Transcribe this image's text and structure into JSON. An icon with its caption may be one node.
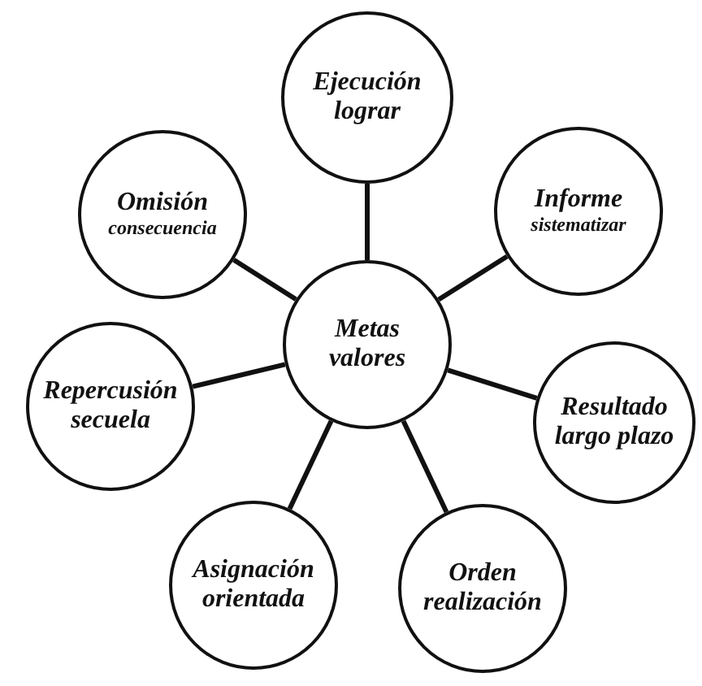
{
  "diagram": {
    "nodes": [
      {
        "text": [
          "Ejecución",
          "lograr"
        ]
      },
      {
        "text": [
          "Omisión",
          "consecuencia"
        ]
      },
      {
        "text": [
          "Informe",
          "sistematizar"
        ]
      },
      {
        "text": [
          "Metas",
          "valores"
        ]
      },
      {
        "text": [
          "Repercusión",
          "secuela"
        ]
      },
      {
        "text": [
          "Resultado",
          "largo plazo"
        ]
      },
      {
        "text": [
          "Asignación",
          "orientada"
        ]
      },
      {
        "text": [
          "Orden",
          "realización"
        ]
      }
    ],
    "edges": [
      {
        "from": 3,
        "to": 0,
        "arrow": "none"
      },
      {
        "from": 3,
        "to": 1,
        "arrow": "none"
      },
      {
        "from": 3,
        "to": 2,
        "arrow": "none"
      },
      {
        "from": 3,
        "to": 4,
        "arrow": "none"
      },
      {
        "from": 3,
        "to": 5,
        "arrow": "none"
      },
      {
        "from": 3,
        "to": 6,
        "arrow": "none"
      },
      {
        "from": 3,
        "to": 7,
        "arrow": "none"
      }
    ]
  }
}
